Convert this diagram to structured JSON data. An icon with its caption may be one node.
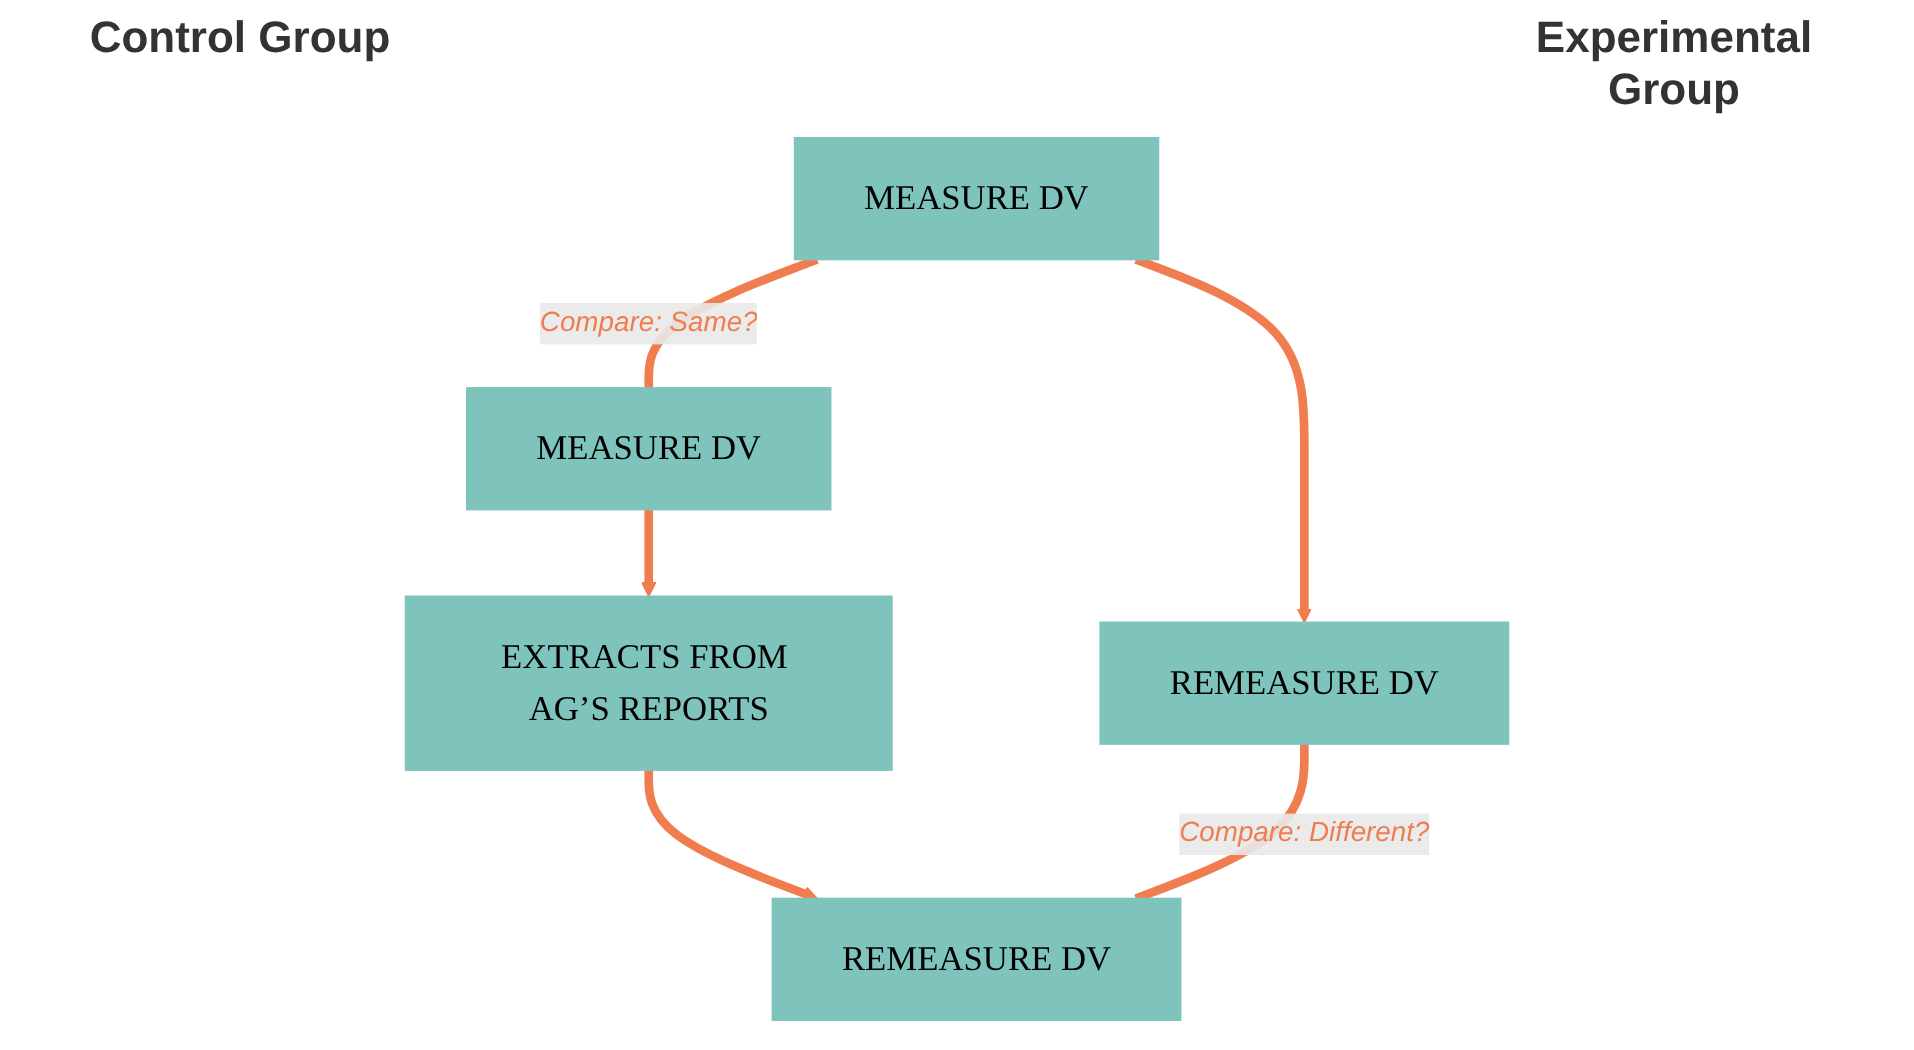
{
  "diagram": {
    "nodes": [
      {
        "text": [
          "MEASURE DV"
        ]
      },
      {
        "text": [
          "MEASURE DV"
        ]
      },
      {
        "text": [
          "EXTRACTS FROM AG’S REPORTS"
        ]
      },
      {
        "text": [
          "REMEASURE DV"
        ]
      },
      {
        "text": [
          "REMEASURE DV"
        ]
      }
    ],
    "edges": [
      {
        "from": 0,
        "to": 1,
        "arrow": "none",
        "label": "Compare: Same?"
      },
      {
        "from": 0,
        "to": 3,
        "arrow": "to"
      },
      {
        "from": 1,
        "to": 2,
        "arrow": "to"
      },
      {
        "from": 2,
        "to": 4,
        "arrow": "to"
      },
      {
        "from": 3,
        "to": 4,
        "arrow": "none",
        "label": "Compare: Different?"
      }
    ],
    "labels": [
      "Control Group",
      "Experimental Group"
    ]
  }
}
